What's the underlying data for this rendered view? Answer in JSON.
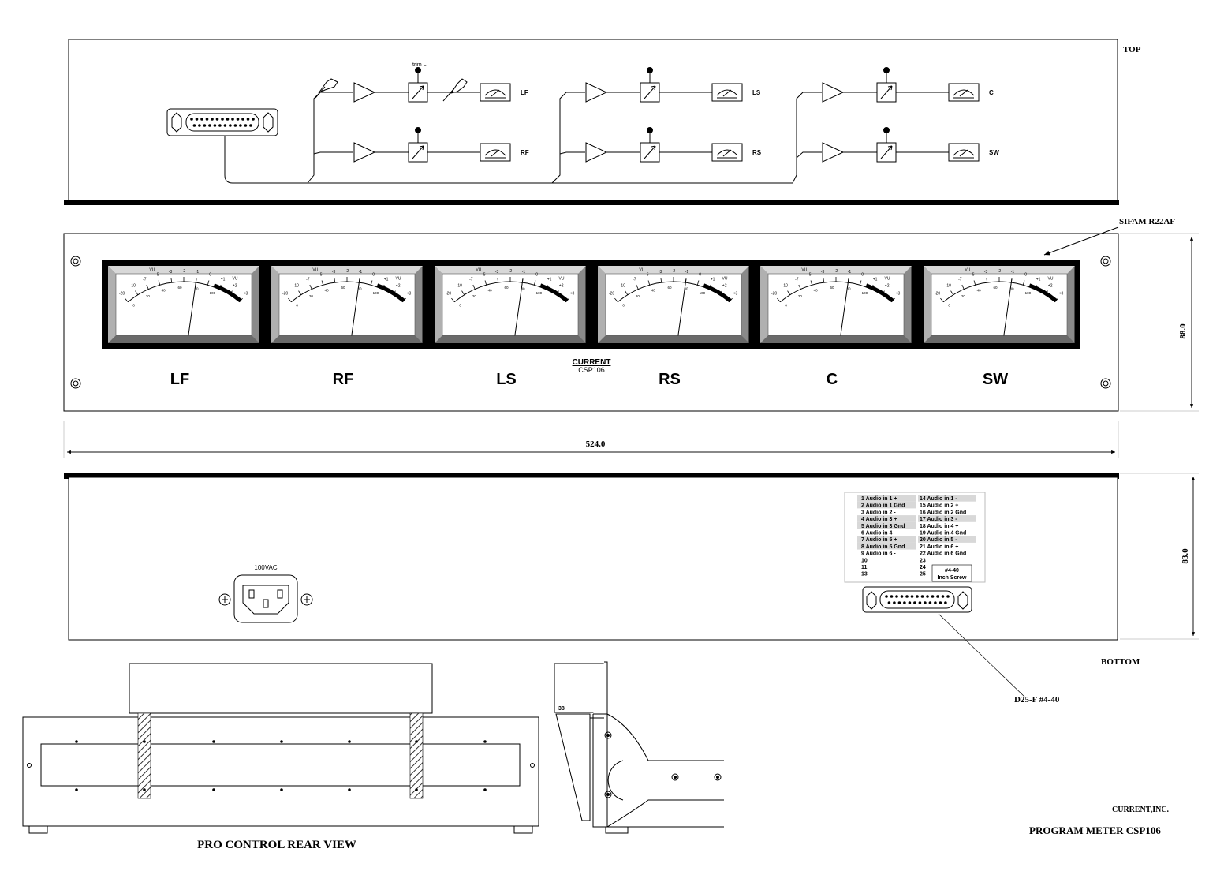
{
  "labels": {
    "top": "TOP",
    "bottom": "BOTTOM",
    "meter_model": "SIFAM R22AF",
    "height_front": "88.0",
    "height_bottom": "83.0",
    "width": "524.0",
    "brand": "CURRENT",
    "model": "CSP106",
    "power": "100VAC",
    "dsub": "D25-F #4-40",
    "rear_view": "PRO CONTROL REAR VIEW",
    "company": "CURRENT,INC.",
    "drawing_title": "PROGRAM METER CSP106",
    "trim": "trim L",
    "side_dim": "38"
  },
  "channels": [
    "LF",
    "RF",
    "LS",
    "RS",
    "C",
    "SW"
  ],
  "meter_scale": {
    "unit": "VU",
    "db_marks": [
      "-20",
      "-10",
      "-7",
      "-5",
      "-3",
      "-2",
      "-1",
      "0",
      "+1",
      "+2",
      "+3"
    ],
    "pct_marks": [
      "0",
      "20",
      "40",
      "60",
      "80",
      "100"
    ]
  },
  "pinout": {
    "left": [
      "1 Audio in 1 +",
      "2 Audio in 1 Gnd",
      "3 Audio in 2 -",
      "4 Audio in 3 +",
      "5 Audio in 3 Gnd",
      "6 Audio in 4 -",
      "7 Audio in 5 +",
      "8 Audio in 5 Gnd",
      "9 Audio in 6 -",
      "10",
      "11",
      "13"
    ],
    "right": [
      "14 Audio in 1 -",
      "15 Audio in 2 +",
      "16 Audio in 2 Gnd",
      "17 Audio in 3 -",
      "18 Audio in 4 +",
      "19 Audio in 4 Gnd",
      "20 Audio in 5 -",
      "21 Audio in 6 +",
      "22 Audio in 6 Gnd",
      "23",
      "24",
      "25"
    ],
    "screw_line1": "#4-40",
    "screw_line2": "Inch Screw"
  }
}
